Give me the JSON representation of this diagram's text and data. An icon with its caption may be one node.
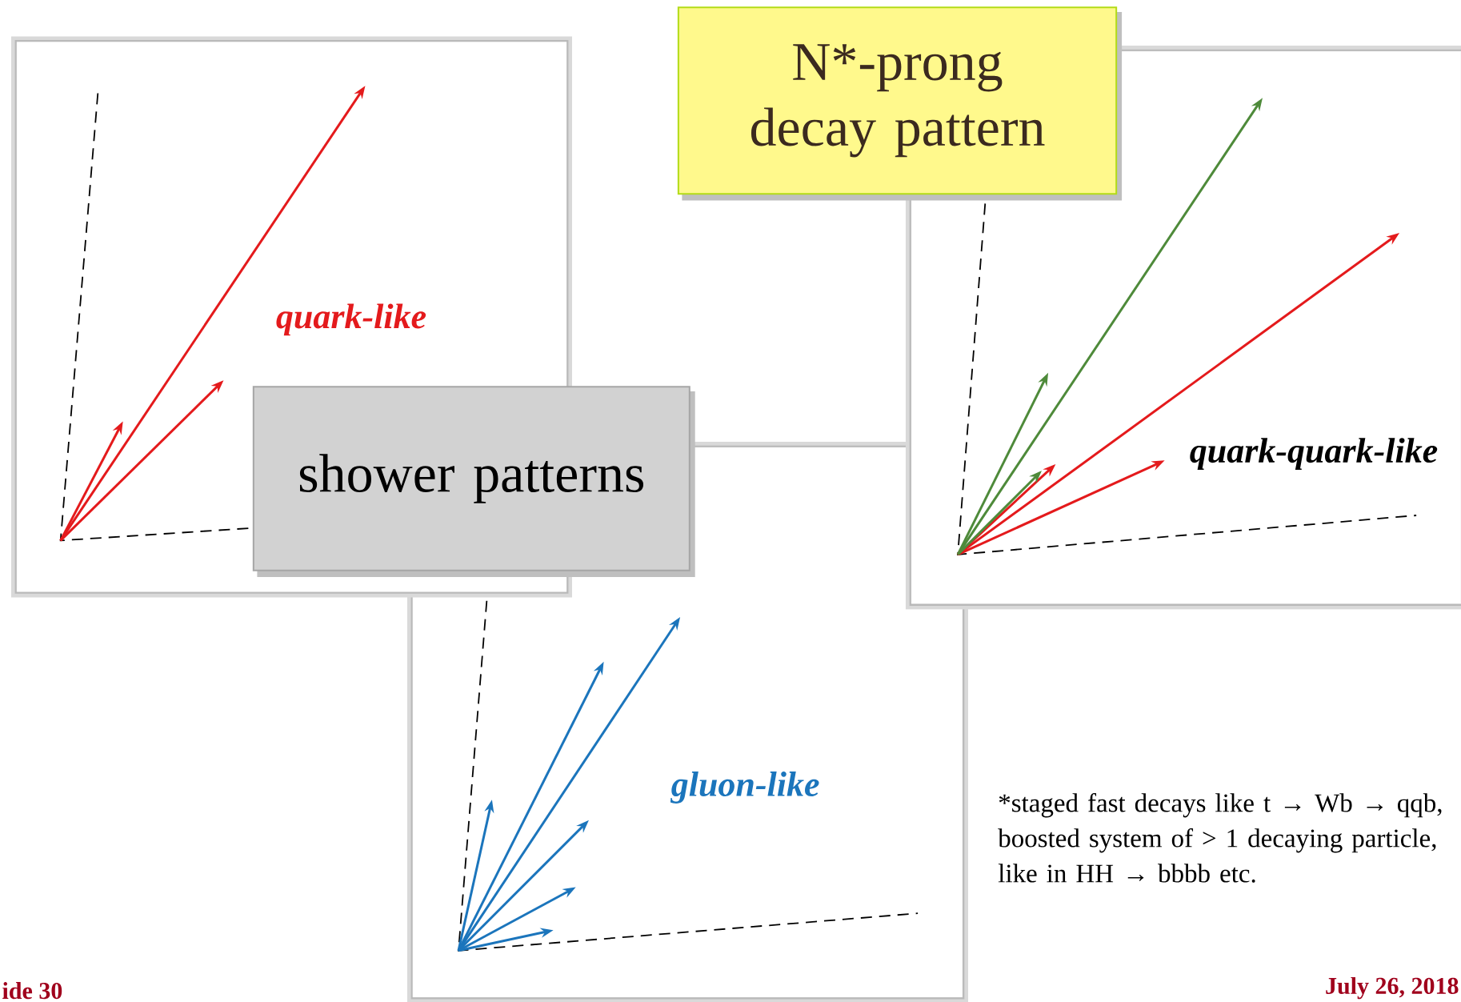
{
  "diagram": {
    "nodes": [
      {
        "text": [
          "quark-like"
        ]
      },
      {
        "text": [
          "gluon-like"
        ]
      },
      {
        "text": [
          "quark-quark-like"
        ]
      },
      {
        "text": [
          "shower patterns"
        ]
      },
      {
        "text": [
          "N*-prong decay pattern"
        ]
      }
    ],
    "labels": [
      "*staged fast decays like t → Wb → qqb, boosted system of > 1 decaying particle, like in HH → bbbb etc.",
      "ide 30",
      "July 26, 2018"
    ]
  }
}
